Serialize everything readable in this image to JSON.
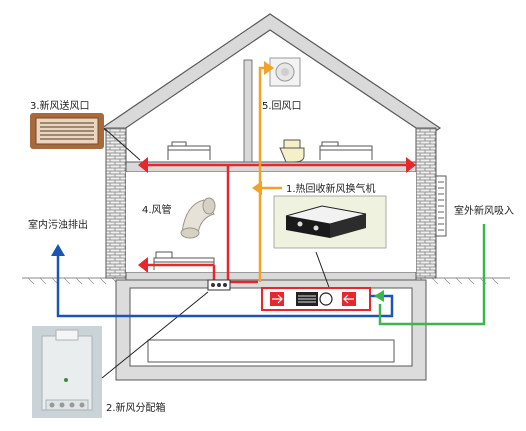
{
  "labels": {
    "erv_unit": "1.热回收新风换气机",
    "distribution_box": "2.新风分配箱",
    "supply_outlet": "3.新风送风口",
    "duct": "4.风管",
    "return_outlet": "5.回风口",
    "outdoor_intake": "室外新风吸入",
    "indoor_exhaust": "室内污浊排出"
  },
  "colors": {
    "supply": "#e8262b",
    "return": "#f4a125",
    "fresh_intake": "#3cb54a",
    "exhaust": "#1c54b5",
    "wall": "#d6d6d6",
    "outline": "#5a5a5a"
  }
}
